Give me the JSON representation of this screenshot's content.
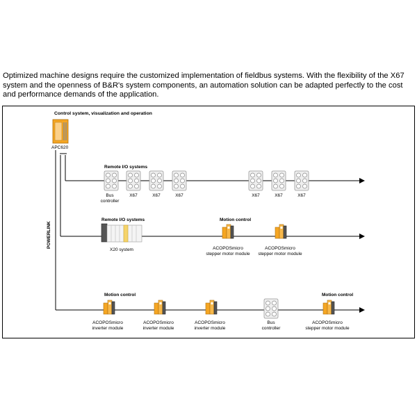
{
  "intro_text": "Optimized machine designs require the customized implementation of fieldbus systems. With the flexibility of the X67 system and the openness of B&R's system components, an automation solution can be adapted perfectly to the cost and performance demands of the application.",
  "diagram": {
    "header": "Control system, visualization and operation",
    "controller_label": "APC620",
    "bus_label": "POWERLINK",
    "row1": {
      "section_label": "Remote I/O systems",
      "modules": [
        {
          "line1": "Bus",
          "line2": "controller"
        },
        {
          "line1": "X67",
          "line2": ""
        },
        {
          "line1": "X67",
          "line2": ""
        },
        {
          "line1": "X67",
          "line2": ""
        },
        {
          "line1": "X67",
          "line2": ""
        },
        {
          "line1": "X67",
          "line2": ""
        },
        {
          "line1": "X67",
          "line2": ""
        }
      ]
    },
    "row2": {
      "section_label_io": "Remote I/O systems",
      "section_label_motion": "Motion control",
      "x20_label": "X20 system",
      "modules": [
        {
          "line1": "ACOPOSmicro",
          "line2": "stepper motor module"
        },
        {
          "line1": "ACOPOSmicro",
          "line2": "stepper motor module"
        }
      ]
    },
    "row3": {
      "section_label_left": "Motion control",
      "section_label_right": "Motion control",
      "modules": [
        {
          "line1": "ACOPOSmicro",
          "line2": "inverter module"
        },
        {
          "line1": "ACOPOSmicro",
          "line2": "inverter module"
        },
        {
          "line1": "ACOPOSmicro",
          "line2": "inverter module"
        },
        {
          "line1": "Bus",
          "line2": "controller"
        },
        {
          "line1": "ACOPOSmicro",
          "line2": "stepper motor module"
        }
      ]
    }
  },
  "colors": {
    "accent": "#f5a623",
    "line": "#000000",
    "module_gray": "#e8e8e8"
  }
}
